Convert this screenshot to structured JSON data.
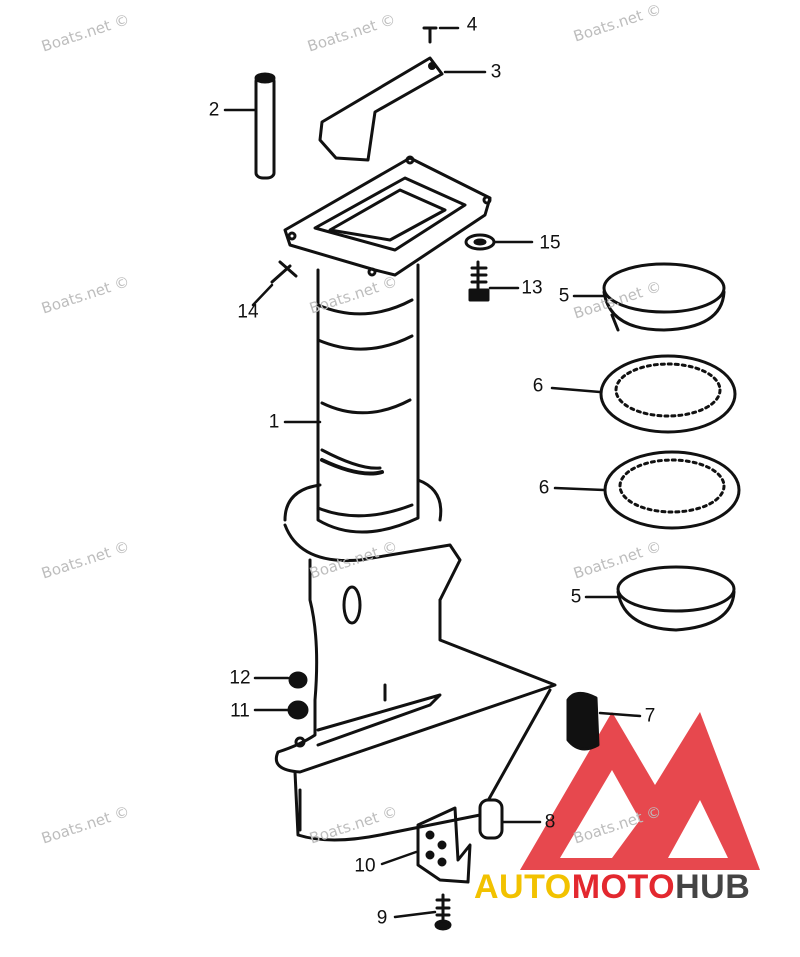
{
  "watermark_text": "Boats.net ©",
  "brand": {
    "part1": "AUTO",
    "part2": "MOTO",
    "part3": "HUB"
  },
  "callouts": {
    "c1": "1",
    "c2": "2",
    "c3": "3",
    "c4": "4",
    "c5a": "5",
    "c5b": "5",
    "c6a": "6",
    "c6b": "6",
    "c7": "7",
    "c8": "8",
    "c9": "9",
    "c10": "10",
    "c11": "11",
    "c12": "12",
    "c13": "13",
    "c14": "14",
    "c15": "15"
  },
  "colors": {
    "line": "#111111",
    "watermark": "#bdbdbd",
    "logo_red": "#e3282f",
    "logo_yellow": "#f2c200",
    "logo_gray": "#444444"
  }
}
